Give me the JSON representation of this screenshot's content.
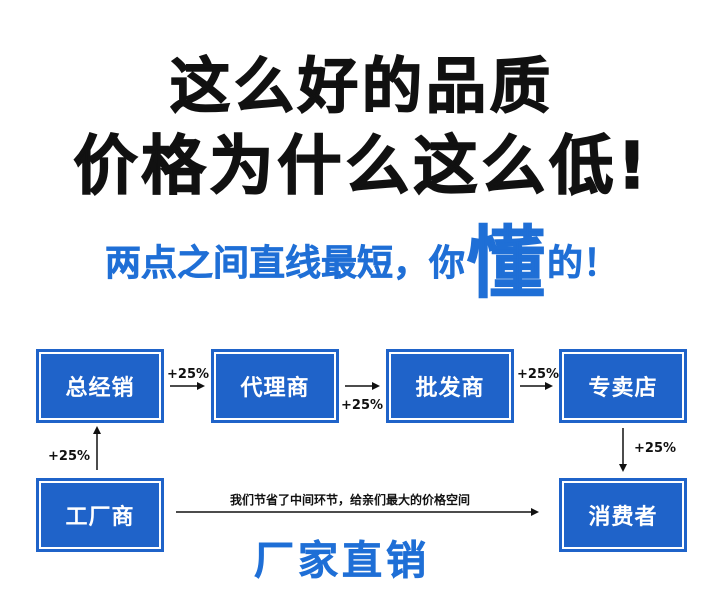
{
  "headline": {
    "line1": "这么好的品质",
    "line2": "价格为什么这么低!"
  },
  "tagline": {
    "before": "两点之间直线最短，你",
    "emphasis": "懂",
    "after": "的！"
  },
  "boxes": {
    "zongjingxiao": "总经销",
    "dailishang": "代理商",
    "pifashang": "批发商",
    "zhuanmaidian": "专卖店",
    "gongchang": "工厂商",
    "xiaofeizhe": "消费者"
  },
  "markups": {
    "p1": "+25%",
    "p2": "+25%",
    "p3": "+25%",
    "p4": "+25%",
    "p5": "+25%"
  },
  "direct_note": "我们节省了中间环节，给亲们最大的价格空间",
  "direct_label": "厂家直销",
  "colors": {
    "box_fill": "#1f63c9",
    "tagline_blue": "#1f6fd6",
    "text_dark": "#111111"
  }
}
